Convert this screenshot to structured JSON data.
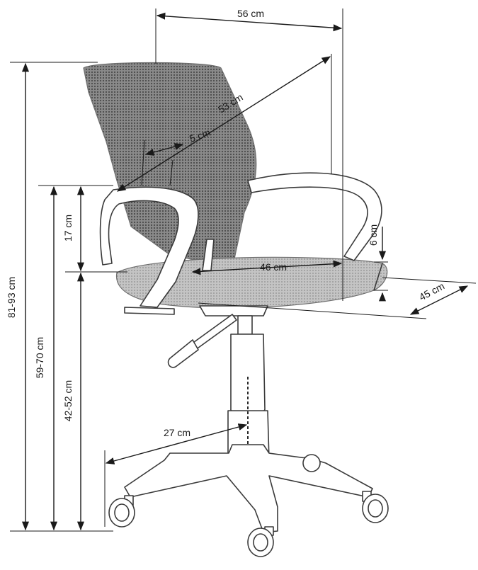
{
  "product": "office swivel chair with mesh backrest and armrests",
  "dimensions": {
    "overall_height": "81-93 cm",
    "armrest_height": "59-70 cm",
    "seat_height": "42-52 cm",
    "armrest_above_seat": "17 cm",
    "overall_width": "56 cm",
    "backrest_diagonal": "53 cm",
    "backrest_thickness": "5 cm",
    "seat_width": "46 cm",
    "seat_thickness": "6 cm",
    "seat_depth": "45 cm",
    "base_radius": "27 cm"
  }
}
